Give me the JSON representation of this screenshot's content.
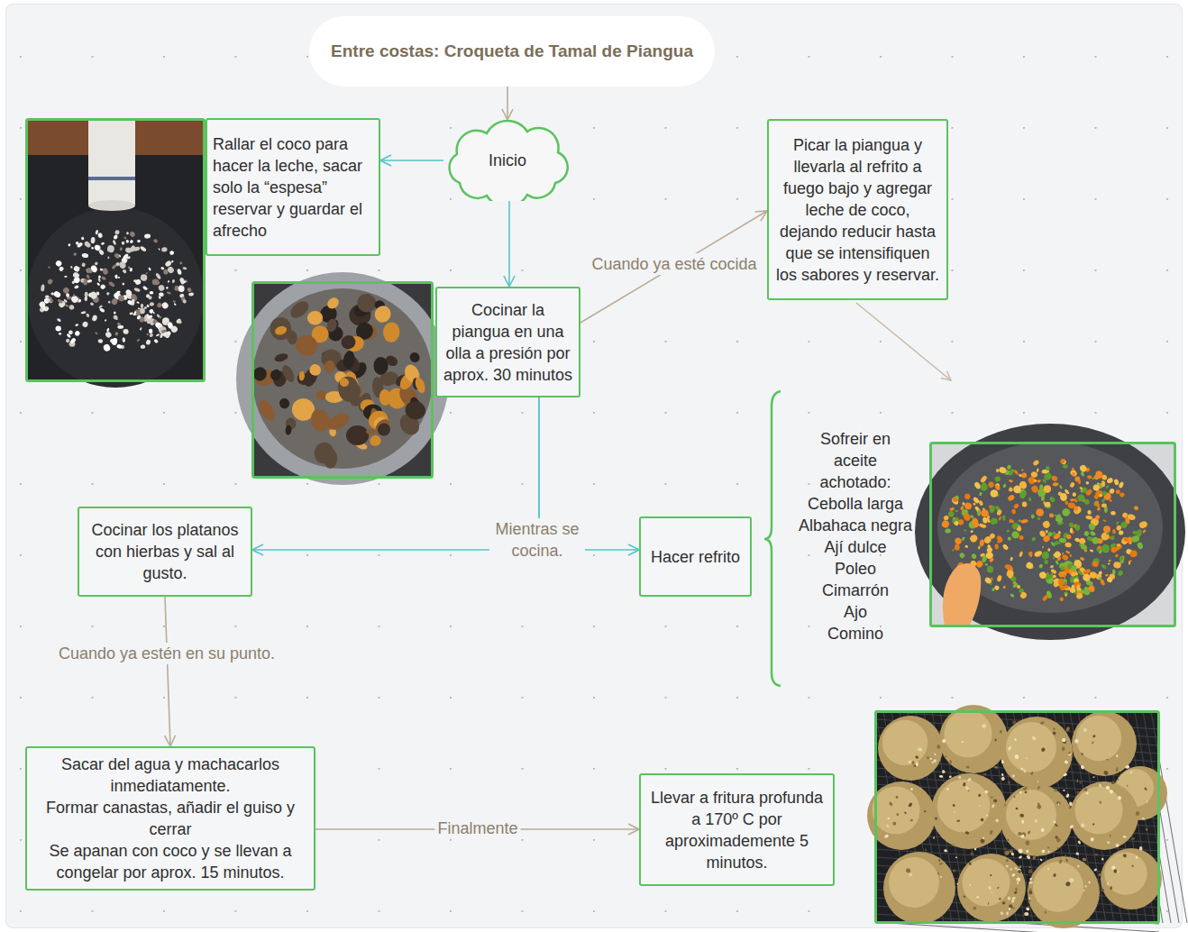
{
  "diagram": {
    "nodes": [
      {
        "text": [
          "Entre costas: Croqueta de Tamal de Piangua"
        ]
      },
      {
        "text": [
          "Inicio"
        ]
      },
      {
        "text": [
          "Rallar el coco para hacer la leche, sacar solo la “espesa” reservar y guardar el afrecho"
        ]
      },
      {
        "text": [
          "Cocinar la piangua en una olla a presión por aprox. 30 minutos"
        ]
      },
      {
        "text": [
          "Picar la piangua y llevarla al refrito a fuego bajo y agregar leche de coco, dejando reducir hasta que se intensifiquen los sabores y reservar."
        ]
      },
      {
        "text": [
          "Cocinar los platanos con hierbas y sal al gusto."
        ]
      },
      {
        "text": [
          "Hacer refrito"
        ]
      },
      {
        "text": [
          "Sacar del agua y machacarlos inmediatamente.",
          "Formar canastas, añadir el guiso y cerrar",
          "Se apanan con coco y se llevan a congelar por aprox. 15 minutos."
        ]
      },
      {
        "text": [
          "Llevar a fritura profunda a 170º C por aproximademente 5 minutos."
        ]
      }
    ],
    "edges": [
      {
        "from": 0,
        "to": 1,
        "arrow": "to"
      },
      {
        "from": 1,
        "to": 2,
        "arrow": "to"
      },
      {
        "from": 1,
        "to": 3,
        "arrow": "to"
      },
      {
        "from": 3,
        "to": 4,
        "label": "Cuando ya esté cocida",
        "arrow": "to"
      },
      {
        "from": 3,
        "to": 5,
        "label": "Mientras se cocina.",
        "arrow": "to"
      },
      {
        "from": 3,
        "to": 6,
        "arrow": "to"
      },
      {
        "from": 5,
        "to": 7,
        "label": "Cuando ya estén en su punto.",
        "arrow": "to"
      },
      {
        "from": 7,
        "to": 8,
        "label": "Finalmente",
        "arrow": "to"
      }
    ],
    "labels": [
      "Sofreir en aceite achotado:",
      "Cebolla larga",
      "Albahaca negra",
      "Ají dulce",
      "Poleo",
      "Cimarrón",
      "Ajo",
      "Comino"
    ]
  }
}
